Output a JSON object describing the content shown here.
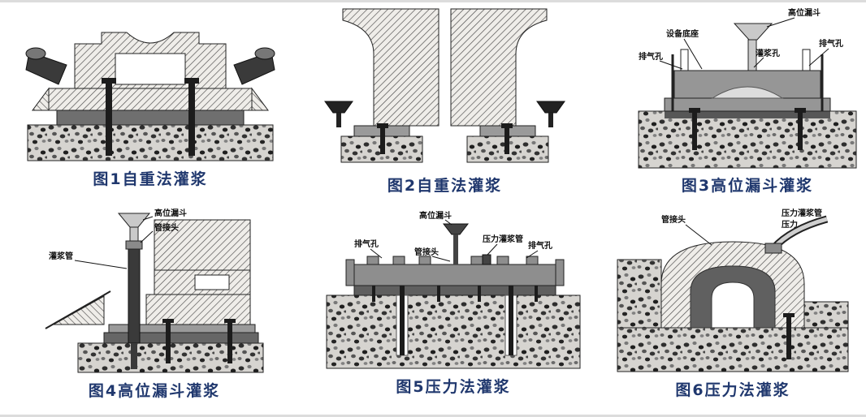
{
  "page": {
    "background": "#ffffff"
  },
  "colors": {
    "caption": "#20386e",
    "label": "#111111",
    "grout": "#606060",
    "steel_dark": "#1c1c1c",
    "base_grey": "#8e8e8e",
    "concrete_light": "#d6d4d0"
  },
  "figures": [
    {
      "caption": "图1自重法灌浆",
      "labels": []
    },
    {
      "caption": "图2自重法灌浆",
      "labels": []
    },
    {
      "caption": "图3高位漏斗灌浆",
      "labels": [
        "高位漏斗",
        "设备底座",
        "排气孔",
        "灌浆孔",
        "排气孔"
      ]
    },
    {
      "caption": "图4高位漏斗灌浆",
      "labels": [
        "高位漏斗",
        "管接头",
        "灌浆管"
      ]
    },
    {
      "caption": "图5压力法灌浆",
      "labels": [
        "高位漏斗",
        "排气孔",
        "管接头",
        "压力灌浆管",
        "排气孔"
      ]
    },
    {
      "caption": "图6压力法灌浆",
      "labels": [
        "管接头",
        "压力灌浆管",
        "压力"
      ]
    }
  ]
}
